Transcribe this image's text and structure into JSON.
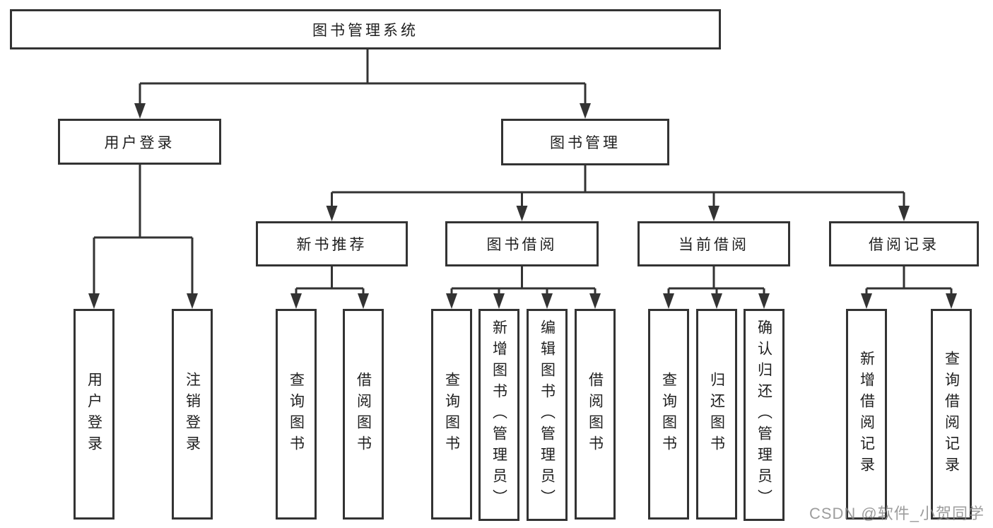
{
  "title": "图书管理系统",
  "branches": [
    {
      "label": "用户登录",
      "children": [
        {
          "label": "用户登录"
        },
        {
          "label": "注销登录"
        }
      ]
    },
    {
      "label": "图书管理",
      "groups": [
        {
          "label": "新书推荐",
          "children": [
            {
              "label": "查询图书"
            },
            {
              "label": "借阅图书"
            }
          ]
        },
        {
          "label": "图书借阅",
          "children": [
            {
              "label": "查询图书"
            },
            {
              "label": "新增图书（管理员）"
            },
            {
              "label": "编辑图书（管理员）"
            },
            {
              "label": "借阅图书"
            }
          ]
        },
        {
          "label": "当前借阅",
          "children": [
            {
              "label": "查询图书"
            },
            {
              "label": "归还图书"
            },
            {
              "label": "确认归还（管理员）"
            }
          ]
        },
        {
          "label": "借阅记录",
          "children": [
            {
              "label": "新增借阅记录"
            },
            {
              "label": "查询借阅记录"
            }
          ]
        }
      ]
    }
  ],
  "watermark": {
    "text": "CSDN @软件_小贺同学"
  },
  "colors": {
    "line": "#333333",
    "border": "#333333",
    "text": "#1f1f1f",
    "background": "#ffffff",
    "watermark": "#8c8c8c"
  }
}
